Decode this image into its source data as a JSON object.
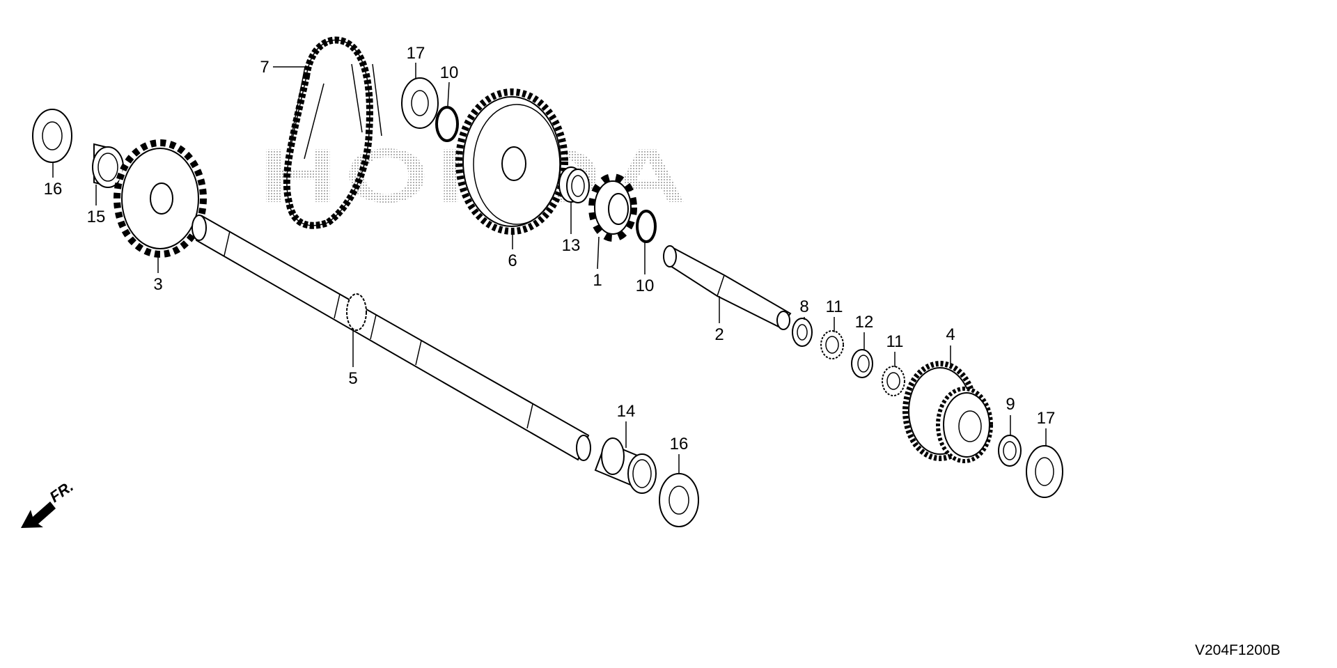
{
  "diagram": {
    "code": "V204F1200B",
    "watermark": "HONDA",
    "direction_label": "FR.",
    "accent_color": "#000000"
  },
  "callouts": [
    {
      "label": "7"
    },
    {
      "label": "17"
    },
    {
      "label": "10"
    },
    {
      "label": "16"
    },
    {
      "label": "15"
    },
    {
      "label": "3"
    },
    {
      "label": "6"
    },
    {
      "label": "13"
    },
    {
      "label": "1"
    },
    {
      "label": "10"
    },
    {
      "label": "2"
    },
    {
      "label": "8"
    },
    {
      "label": "11"
    },
    {
      "label": "12"
    },
    {
      "label": "11"
    },
    {
      "label": "4"
    },
    {
      "label": "9"
    },
    {
      "label": "17"
    },
    {
      "label": "5"
    },
    {
      "label": "14"
    },
    {
      "label": "16"
    }
  ]
}
